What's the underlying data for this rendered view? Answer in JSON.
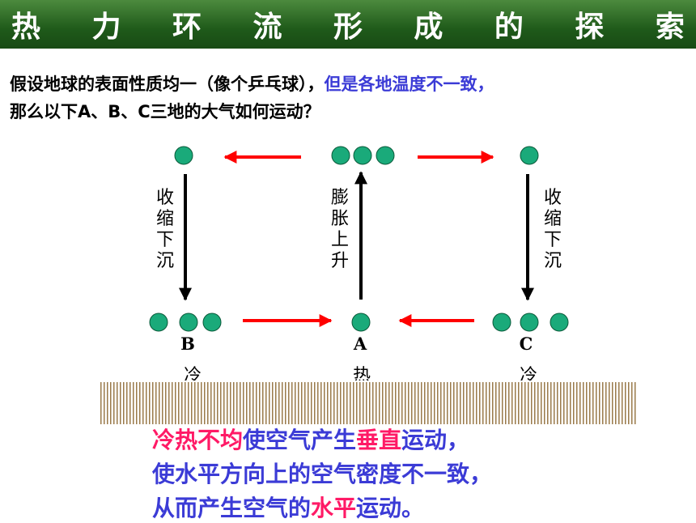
{
  "title": {
    "chars": [
      "热",
      "力",
      "环",
      "流",
      "形",
      "成",
      "的",
      "探",
      "索"
    ]
  },
  "question": {
    "line1_black": "假设地球的表面性质均一（像个乒乓球），",
    "line1_blue": "但是各地温度不一致，",
    "line2": "那么以下A、B、C三地的大气如何运动？"
  },
  "diagram": {
    "points": {
      "B": {
        "label": "B",
        "temp": "冷",
        "action": "收缩下沉"
      },
      "A": {
        "label": "A",
        "temp": "热",
        "action": "膨胀上升"
      },
      "C": {
        "label": "C",
        "temp": "冷",
        "action": "收缩下沉"
      }
    }
  },
  "conclusion": {
    "line1": [
      "冷热不均",
      "使空气产生",
      "垂直",
      "运动，"
    ],
    "line2": "使水平方向上的空气密度不一致，",
    "line3": [
      "从而产生空气的",
      "水平",
      "运动。"
    ]
  },
  "colors": {
    "title_bar": "#1f5a1a",
    "circle_fill": "#1aaa7a",
    "arrow_red": "#ff0000",
    "arrow_black": "#000000",
    "conclusion_blue": "#3b3bd6",
    "highlight_red": "#ff1a66"
  }
}
